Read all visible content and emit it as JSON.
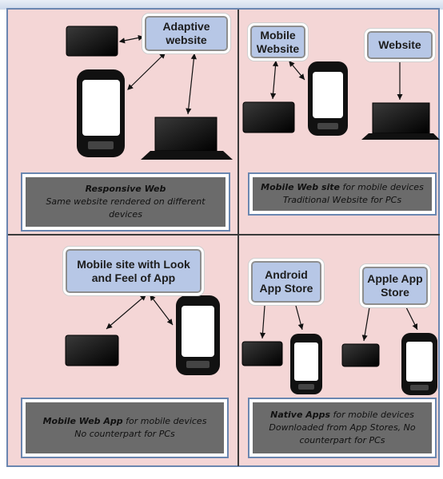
{
  "quadrants": {
    "responsive": {
      "box_label": "Adaptive website",
      "caption_title": "Responsive Web",
      "caption_text": "Same website rendered on different devices"
    },
    "mobile_web": {
      "box_label_mobile": "Mobile Website",
      "box_label_website": "Website",
      "caption_title": "Mobile Web site",
      "caption_suffix": " for mobile devices",
      "caption_text": "Traditional Website for PCs"
    },
    "web_app": {
      "box_label": "Mobile site with Look and Feel of App",
      "caption_title": "Mobile Web App",
      "caption_suffix": " for mobile devices",
      "caption_text": "No counterpart for PCs"
    },
    "native": {
      "box_label_android": "Android App Store",
      "box_label_apple": "Apple App Store",
      "caption_title": "Native Apps",
      "caption_suffix": " for mobile devices",
      "caption_text": "Downloaded from App Stores, No counterpart for PCs"
    }
  },
  "icons": [
    "tablet-icon",
    "smartphone-icon",
    "laptop-icon",
    "arrow-icon"
  ]
}
